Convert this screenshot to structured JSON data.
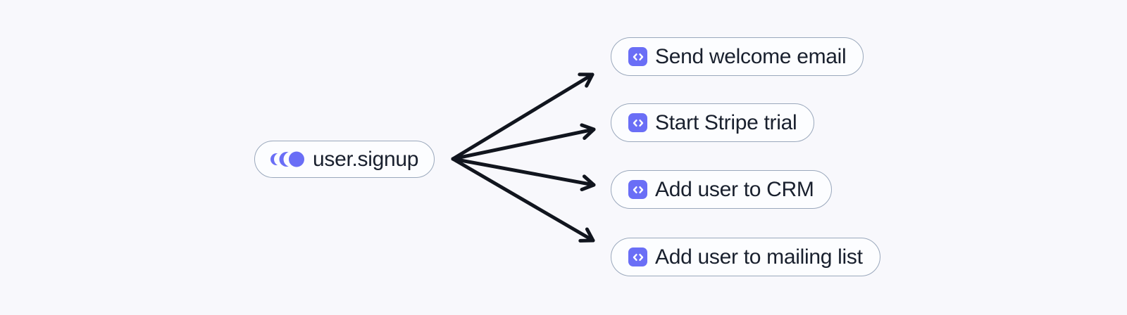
{
  "diagram": {
    "event": {
      "label": "user.signup",
      "icon": "event-ripple-icon"
    },
    "functions": [
      {
        "label": "Send welcome email",
        "icon": "code-icon"
      },
      {
        "label": "Start Stripe trial",
        "icon": "code-icon"
      },
      {
        "label": "Add user to CRM",
        "icon": "code-icon"
      },
      {
        "label": "Add user to mailing list",
        "icon": "code-icon"
      }
    ],
    "colors": {
      "background": "#f8f8fc",
      "pill_background": "#fcfdff",
      "pill_border": "#9aa8bc",
      "text": "#19202e",
      "accent_purple": "#6a6ef6",
      "arrow": "#11151e"
    }
  }
}
